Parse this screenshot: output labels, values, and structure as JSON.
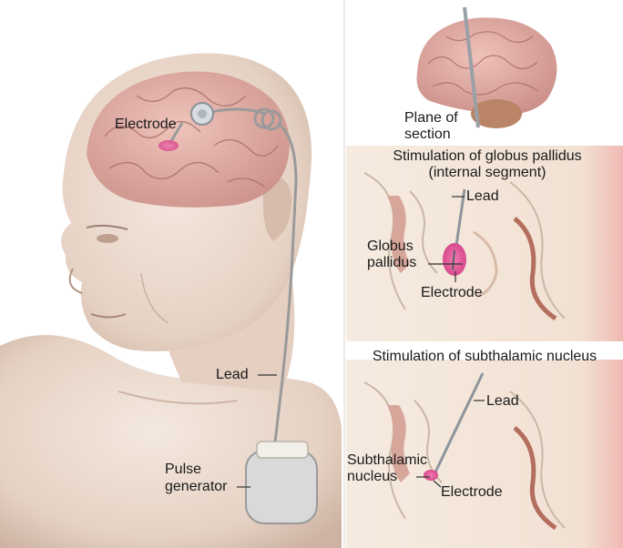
{
  "left_panel": {
    "electrode": "Electrode",
    "lead": "Lead",
    "pulse_generator": [
      "Pulse",
      "generator"
    ]
  },
  "top_right": {
    "plane": [
      "Plane of",
      "section"
    ]
  },
  "gp_panel": {
    "title": [
      "Stimulation of globus pallidus",
      "(internal segment)"
    ],
    "lead": "Lead",
    "target": [
      "Globus",
      "pallidus"
    ],
    "electrode": "Electrode"
  },
  "stn_panel": {
    "title": "Stimulation of subthalamic nucleus",
    "lead": "Lead",
    "target": [
      "Subthalamic",
      "nucleus"
    ],
    "electrode": "Electrode"
  },
  "colors": {
    "skin": "#ecdcd0",
    "brain": "#dba8a0",
    "device": "#dedede",
    "electrode_highlight": "#e0509a",
    "section_bg": "#f3e3d6"
  }
}
